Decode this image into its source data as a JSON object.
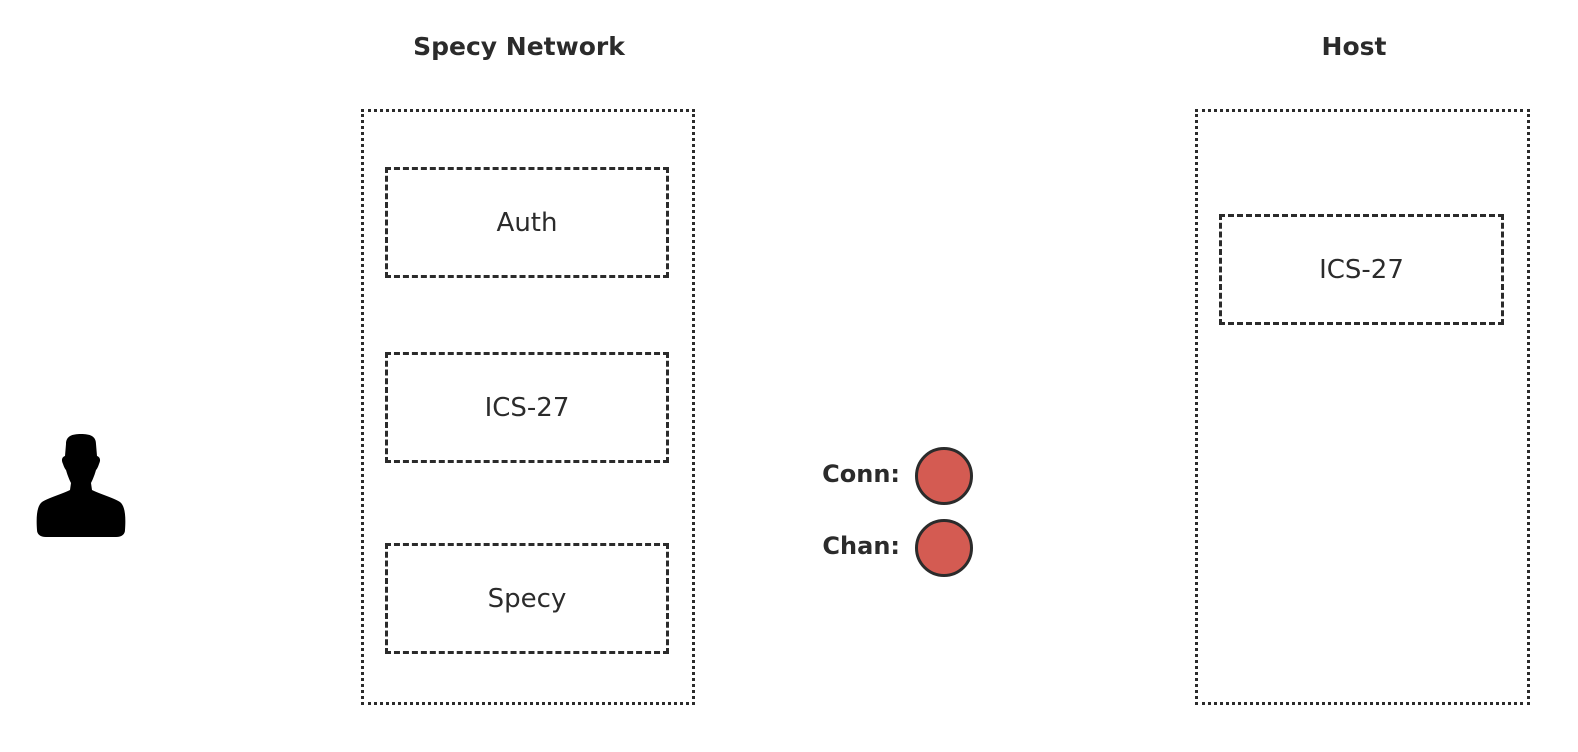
{
  "network": {
    "title": "Specy Network",
    "modules": [
      {
        "label": "Auth"
      },
      {
        "label": "ICS-27"
      },
      {
        "label": "Specy"
      }
    ]
  },
  "host": {
    "title": "Host",
    "modules": [
      {
        "label": "ICS-27"
      }
    ]
  },
  "status": {
    "connection_label": "Conn:",
    "channel_label": "Chan:",
    "connection_color": "#d45b52",
    "channel_color": "#d45b52"
  },
  "icons": {
    "user": "user-icon"
  },
  "colors": {
    "stroke": "#2b2b2b",
    "status_red": "#d45b52"
  }
}
